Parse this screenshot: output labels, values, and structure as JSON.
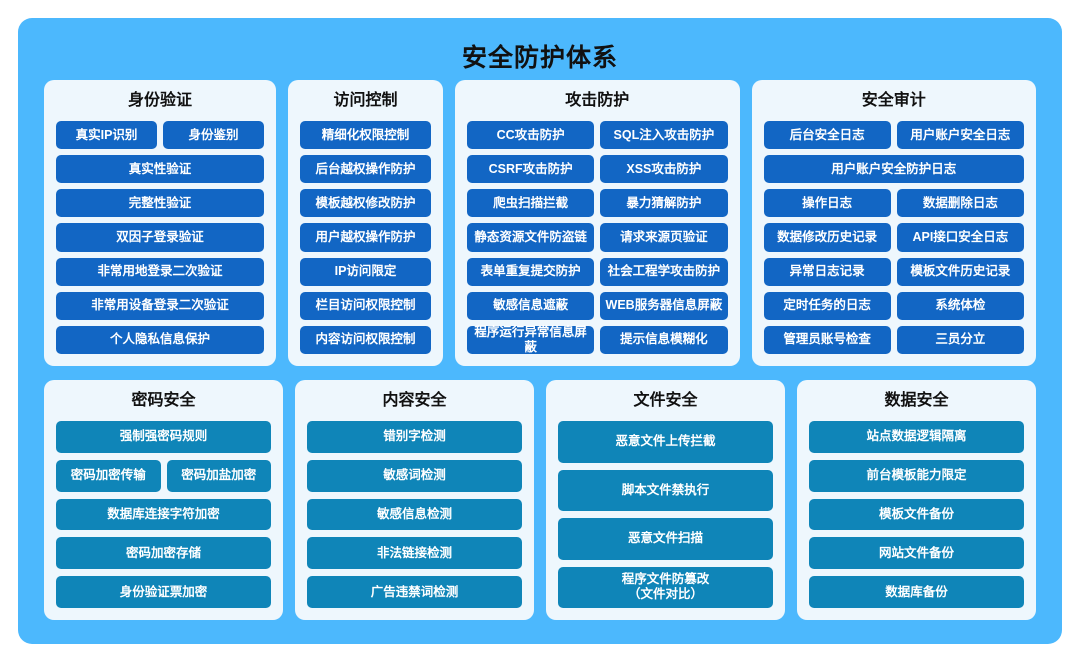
{
  "title": "安全防护体系",
  "colors": {
    "frame": "#4cb8fd",
    "card_bg": "#eef7fd",
    "pill_blue": "#1266c4",
    "pill_teal": "#0f85b8",
    "page_bg": "#ffffff",
    "title_text": "#111111"
  },
  "rows": [
    {
      "name": "top-row",
      "accent": "blue",
      "cards": [
        {
          "title": "身份验证",
          "item_rows": [
            [
              "真实IP识别",
              "身份鉴别"
            ],
            [
              "真实性验证"
            ],
            [
              "完整性验证"
            ],
            [
              "双因子登录验证"
            ],
            [
              "非常用地登录二次验证"
            ],
            [
              "非常用设备登录二次验证"
            ],
            [
              "个人隐私信息保护"
            ]
          ]
        },
        {
          "title": "访问控制",
          "item_rows": [
            [
              "精细化权限控制"
            ],
            [
              "后台越权操作防护"
            ],
            [
              "模板越权修改防护"
            ],
            [
              "用户越权操作防护"
            ],
            [
              "IP访问限定"
            ],
            [
              "栏目访问权限控制"
            ],
            [
              "内容访问权限控制"
            ]
          ]
        },
        {
          "title": "攻击防护",
          "item_rows": [
            [
              "CC攻击防护",
              "SQL注入攻击防护"
            ],
            [
              "CSRF攻击防护",
              "XSS攻击防护"
            ],
            [
              "爬虫扫描拦截",
              "暴力猜解防护"
            ],
            [
              "静态资源文件防盗链",
              "请求来源页验证"
            ],
            [
              "表单重复提交防护",
              "社会工程学攻击防护"
            ],
            [
              "敏感信息遮蔽",
              "WEB服务器信息屏蔽"
            ],
            [
              "程序运行异常信息屏蔽",
              "提示信息模糊化"
            ]
          ]
        },
        {
          "title": "安全审计",
          "item_rows": [
            [
              "后台安全日志",
              "用户账户安全日志"
            ],
            [
              "用户账户安全防护日志"
            ],
            [
              "操作日志",
              "数据删除日志"
            ],
            [
              "数据修改历史记录",
              "API接口安全日志"
            ],
            [
              "异常日志记录",
              "模板文件历史记录"
            ],
            [
              "定时任务的日志",
              "系统体检"
            ],
            [
              "管理员账号检查",
              "三员分立"
            ]
          ]
        }
      ]
    },
    {
      "name": "bottom-row",
      "accent": "teal",
      "cards": [
        {
          "title": "密码安全",
          "item_rows": [
            [
              "强制强密码规则"
            ],
            [
              "密码加密传输",
              "密码加盐加密"
            ],
            [
              "数据库连接字符加密"
            ],
            [
              "密码加密存储"
            ],
            [
              "身份验证票加密"
            ]
          ]
        },
        {
          "title": "内容安全",
          "item_rows": [
            [
              "错别字检测"
            ],
            [
              "敏感词检测"
            ],
            [
              "敏感信息检测"
            ],
            [
              "非法链接检测"
            ],
            [
              "广告违禁词检测"
            ]
          ]
        },
        {
          "title": "文件安全",
          "item_rows": [
            [
              "恶意文件上传拦截"
            ],
            [
              "脚本文件禁执行"
            ],
            [
              "恶意文件扫描"
            ],
            [
              "程序文件防篡改\n（文件对比）"
            ]
          ]
        },
        {
          "title": "数据安全",
          "item_rows": [
            [
              "站点数据逻辑隔离"
            ],
            [
              "前台模板能力限定"
            ],
            [
              "模板文件备份"
            ],
            [
              "网站文件备份"
            ],
            [
              "数据库备份"
            ]
          ]
        }
      ]
    }
  ]
}
